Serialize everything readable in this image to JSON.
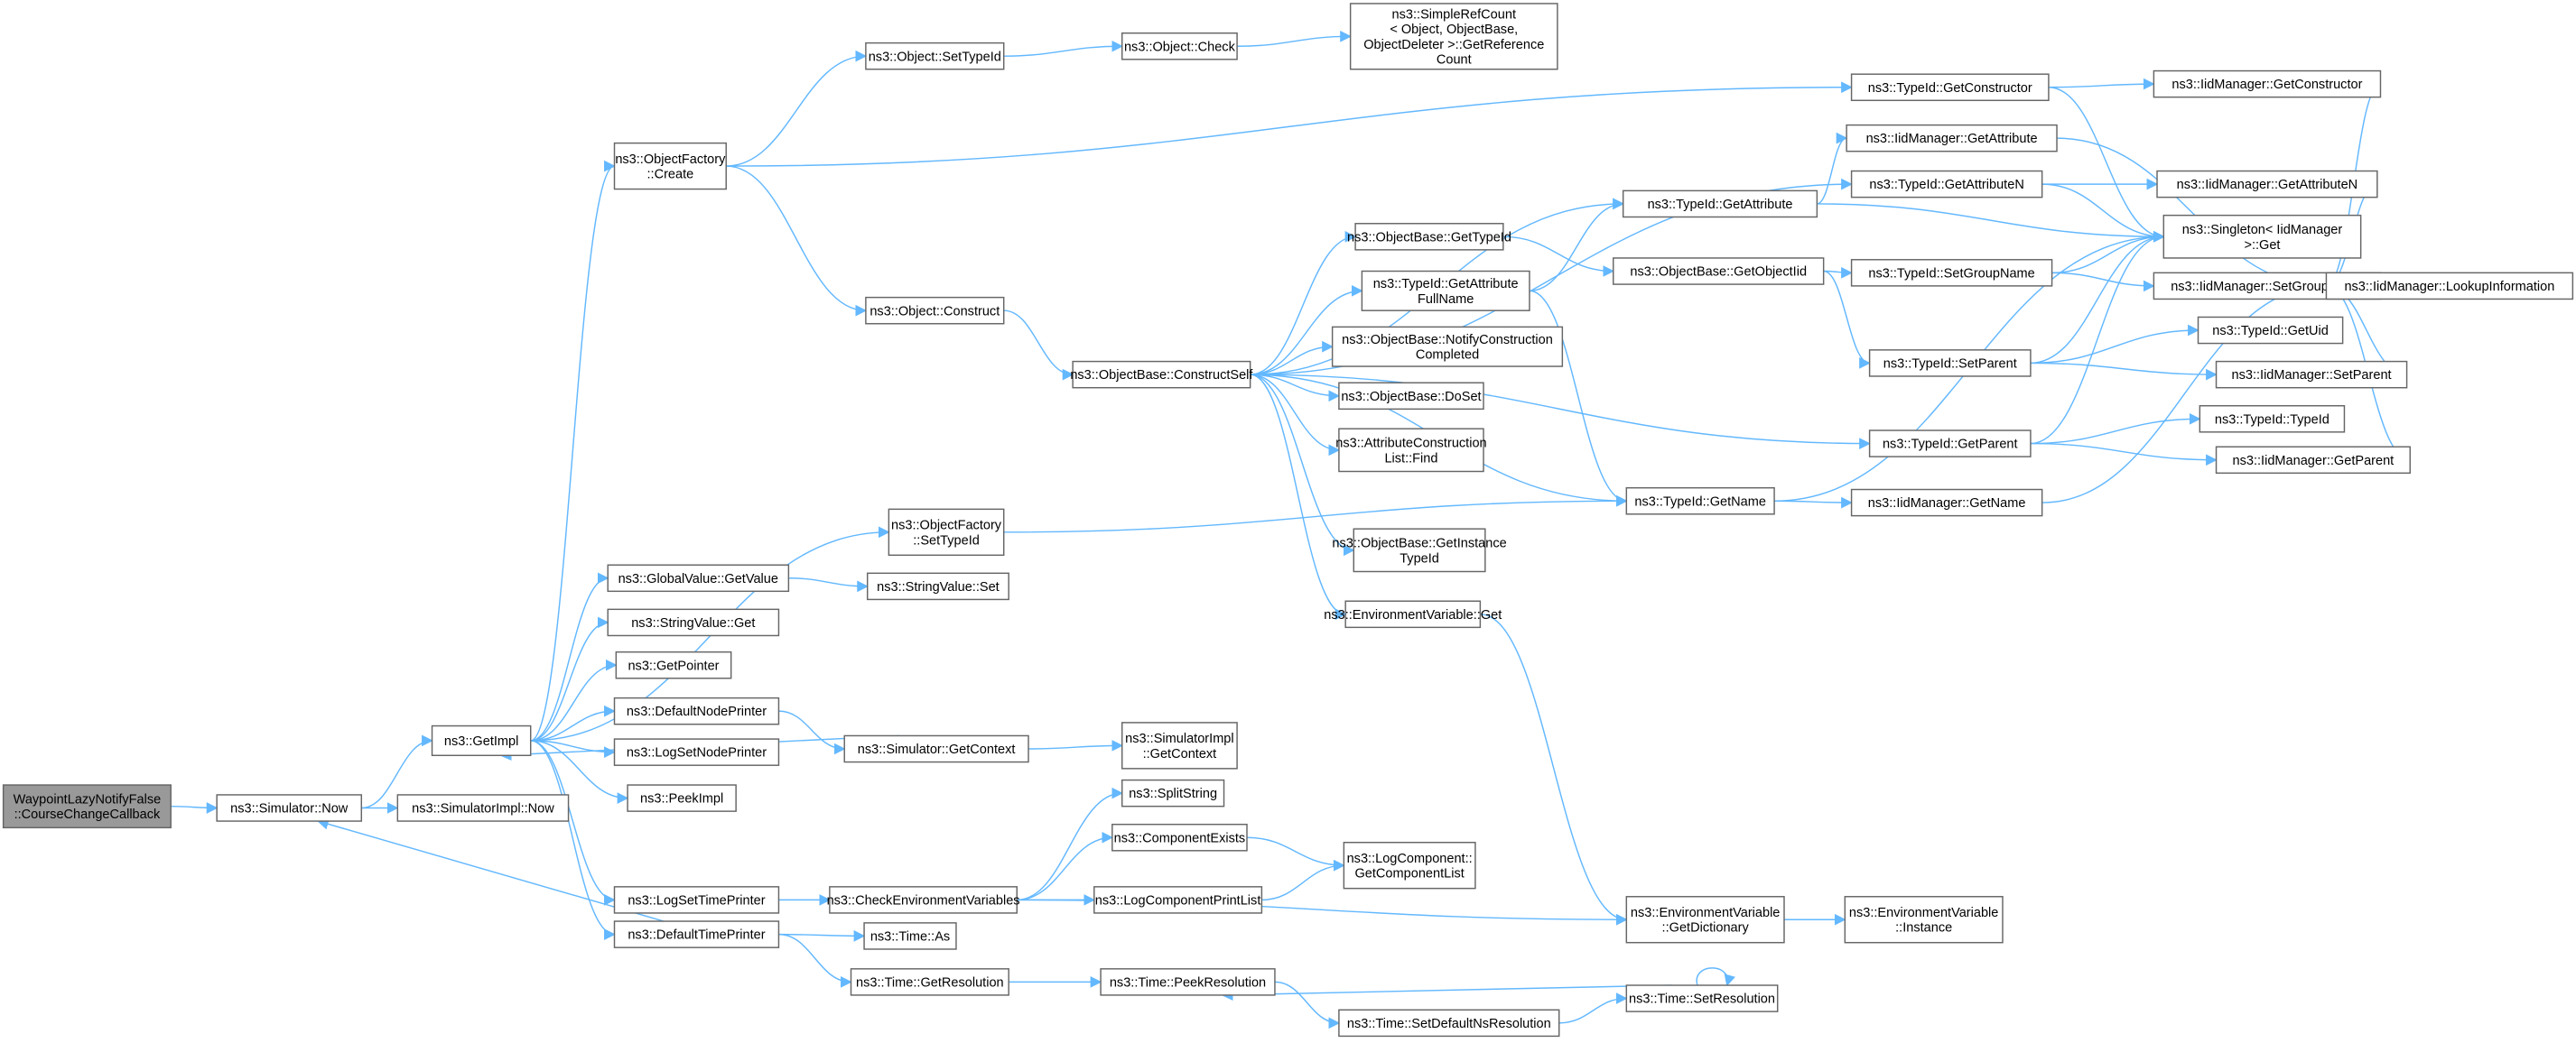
{
  "title": "Call graph: WaypointLazyNotifyFalse::CourseChangeCallback",
  "colors": {
    "edge": "#63b8ff",
    "root_fill": "#999999",
    "node_border": "#666666"
  },
  "nodes": [
    {
      "id": 0,
      "lines": [
        "WaypointLazyNotifyFalse",
        "::CourseChangeCallback"
      ],
      "root": true
    },
    {
      "id": 1,
      "lines": [
        "ns3::Simulator::Now"
      ]
    },
    {
      "id": 2,
      "lines": [
        "ns3::SimulatorImpl::Now"
      ]
    },
    {
      "id": 3,
      "lines": [
        "ns3::GetImpl"
      ]
    },
    {
      "id": 4,
      "lines": [
        "ns3::ObjectFactory",
        "::Create"
      ]
    },
    {
      "id": 5,
      "lines": [
        "ns3::Object::SetTypeId"
      ]
    },
    {
      "id": 6,
      "lines": [
        "ns3::Object::Check"
      ]
    },
    {
      "id": 7,
      "lines": [
        "ns3::SimpleRefCount",
        "< Object, ObjectBase,",
        "ObjectDeleter >::GetReference",
        "Count"
      ]
    },
    {
      "id": 8,
      "lines": [
        "ns3::TypeId::GetConstructor"
      ]
    },
    {
      "id": 9,
      "lines": [
        "ns3::IidManager::GetConstructor"
      ]
    },
    {
      "id": 10,
      "lines": [
        "ns3::IidManager::GetAttribute"
      ]
    },
    {
      "id": 11,
      "lines": [
        "ns3::TypeId::GetAttributeN"
      ]
    },
    {
      "id": 12,
      "lines": [
        "ns3::IidManager::GetAttributeN"
      ]
    },
    {
      "id": 13,
      "lines": [
        "ns3::TypeId::GetAttribute"
      ]
    },
    {
      "id": 14,
      "lines": [
        "ns3::Singleton< IidManager",
        ">::Get"
      ]
    },
    {
      "id": 15,
      "lines": [
        "ns3::ObjectBase::GetTypeId"
      ]
    },
    {
      "id": 16,
      "lines": [
        "ns3::ObjectBase::GetObjectIid"
      ]
    },
    {
      "id": 17,
      "lines": [
        "ns3::TypeId::SetGroupName"
      ]
    },
    {
      "id": 18,
      "lines": [
        "ns3::IidManager::SetGroupName"
      ]
    },
    {
      "id": 19,
      "lines": [
        "ns3::IidManager::LookupInformation"
      ]
    },
    {
      "id": 20,
      "lines": [
        "ns3::TypeId::GetAttribute",
        "FullName"
      ]
    },
    {
      "id": 21,
      "lines": [
        "ns3::Object::Construct"
      ]
    },
    {
      "id": 22,
      "lines": [
        "ns3::ObjectBase::ConstructSelf"
      ]
    },
    {
      "id": 23,
      "lines": [
        "ns3::ObjectBase::NotifyConstruction",
        "Completed"
      ]
    },
    {
      "id": 24,
      "lines": [
        "ns3::ObjectBase::DoSet"
      ]
    },
    {
      "id": 25,
      "lines": [
        "ns3::AttributeConstruction",
        "List::Find"
      ]
    },
    {
      "id": 26,
      "lines": [
        "ns3::TypeId::GetUid"
      ]
    },
    {
      "id": 27,
      "lines": [
        "ns3::TypeId::SetParent"
      ]
    },
    {
      "id": 28,
      "lines": [
        "ns3::IidManager::SetParent"
      ]
    },
    {
      "id": 29,
      "lines": [
        "ns3::TypeId::TypeId"
      ]
    },
    {
      "id": 30,
      "lines": [
        "ns3::TypeId::GetParent"
      ]
    },
    {
      "id": 31,
      "lines": [
        "ns3::IidManager::GetParent"
      ]
    },
    {
      "id": 32,
      "lines": [
        "ns3::TypeId::GetName"
      ]
    },
    {
      "id": 33,
      "lines": [
        "ns3::IidManager::GetName"
      ]
    },
    {
      "id": 34,
      "lines": [
        "ns3::ObjectBase::GetInstance",
        "TypeId"
      ]
    },
    {
      "id": 35,
      "lines": [
        "ns3::EnvironmentVariable::Get"
      ]
    },
    {
      "id": 36,
      "lines": [
        "ns3::ObjectFactory",
        "::SetTypeId"
      ]
    },
    {
      "id": 37,
      "lines": [
        "ns3::GlobalValue::GetValue"
      ]
    },
    {
      "id": 38,
      "lines": [
        "ns3::StringValue::Set"
      ]
    },
    {
      "id": 39,
      "lines": [
        "ns3::StringValue::Get"
      ]
    },
    {
      "id": 40,
      "lines": [
        "ns3::GetPointer"
      ]
    },
    {
      "id": 41,
      "lines": [
        "ns3::DefaultNodePrinter"
      ]
    },
    {
      "id": 42,
      "lines": [
        "ns3::LogSetNodePrinter"
      ]
    },
    {
      "id": 43,
      "lines": [
        "ns3::Simulator::GetContext"
      ]
    },
    {
      "id": 44,
      "lines": [
        "ns3::SimulatorImpl",
        "::GetContext"
      ]
    },
    {
      "id": 45,
      "lines": [
        "ns3::PeekImpl"
      ]
    },
    {
      "id": 46,
      "lines": [
        "ns3::SplitString"
      ]
    },
    {
      "id": 47,
      "lines": [
        "ns3::ComponentExists"
      ]
    },
    {
      "id": 48,
      "lines": [
        "ns3::LogComponent::",
        "GetComponentList"
      ]
    },
    {
      "id": 49,
      "lines": [
        "ns3::LogSetTimePrinter"
      ]
    },
    {
      "id": 50,
      "lines": [
        "ns3::CheckEnvironmentVariables"
      ]
    },
    {
      "id": 51,
      "lines": [
        "ns3::LogComponentPrintList"
      ]
    },
    {
      "id": 52,
      "lines": [
        "ns3::DefaultTimePrinter"
      ]
    },
    {
      "id": 53,
      "lines": [
        "ns3::Time::As"
      ]
    },
    {
      "id": 54,
      "lines": [
        "ns3::EnvironmentVariable",
        "::GetDictionary"
      ]
    },
    {
      "id": 55,
      "lines": [
        "ns3::EnvironmentVariable",
        "::Instance"
      ]
    },
    {
      "id": 56,
      "lines": [
        "ns3::Time::GetResolution"
      ]
    },
    {
      "id": 57,
      "lines": [
        "ns3::Time::PeekResolution"
      ]
    },
    {
      "id": 58,
      "lines": [
        "ns3::Time::SetResolution"
      ]
    },
    {
      "id": 59,
      "lines": [
        "ns3::Time::SetDefaultNsResolution"
      ]
    }
  ],
  "edges": [
    [
      0,
      1
    ],
    [
      1,
      2
    ],
    [
      1,
      3
    ],
    [
      3,
      4
    ],
    [
      3,
      36
    ],
    [
      3,
      37
    ],
    [
      3,
      39
    ],
    [
      3,
      40
    ],
    [
      3,
      41
    ],
    [
      3,
      42
    ],
    [
      3,
      45
    ],
    [
      3,
      49
    ],
    [
      3,
      52
    ],
    [
      52,
      1
    ],
    [
      43,
      3
    ],
    [
      4,
      5
    ],
    [
      4,
      8
    ],
    [
      4,
      21
    ],
    [
      5,
      6
    ],
    [
      6,
      7
    ],
    [
      21,
      22
    ],
    [
      22,
      13
    ],
    [
      22,
      11
    ],
    [
      22,
      15
    ],
    [
      22,
      20
    ],
    [
      22,
      23
    ],
    [
      22,
      24
    ],
    [
      22,
      25
    ],
    [
      22,
      32
    ],
    [
      22,
      34
    ],
    [
      22,
      35
    ],
    [
      22,
      30
    ],
    [
      8,
      9
    ],
    [
      8,
      14
    ],
    [
      10,
      19
    ],
    [
      11,
      12
    ],
    [
      11,
      14
    ],
    [
      12,
      19
    ],
    [
      13,
      10
    ],
    [
      13,
      14
    ],
    [
      9,
      19
    ],
    [
      15,
      16
    ],
    [
      16,
      17
    ],
    [
      16,
      27
    ],
    [
      17,
      14
    ],
    [
      17,
      18
    ],
    [
      18,
      19
    ],
    [
      20,
      13
    ],
    [
      20,
      32
    ],
    [
      27,
      26
    ],
    [
      27,
      28
    ],
    [
      27,
      14
    ],
    [
      28,
      19
    ],
    [
      30,
      29
    ],
    [
      30,
      31
    ],
    [
      30,
      14
    ],
    [
      31,
      19
    ],
    [
      32,
      33
    ],
    [
      32,
      14
    ],
    [
      33,
      19
    ],
    [
      36,
      32
    ],
    [
      37,
      38
    ],
    [
      41,
      43
    ],
    [
      43,
      44
    ],
    [
      49,
      50
    ],
    [
      50,
      46
    ],
    [
      50,
      47
    ],
    [
      50,
      51
    ],
    [
      50,
      54
    ],
    [
      47,
      48
    ],
    [
      51,
      48
    ],
    [
      35,
      54
    ],
    [
      54,
      55
    ],
    [
      52,
      53
    ],
    [
      52,
      56
    ],
    [
      56,
      57
    ],
    [
      57,
      59
    ],
    [
      59,
      58
    ],
    [
      58,
      57
    ],
    [
      58,
      58
    ]
  ]
}
